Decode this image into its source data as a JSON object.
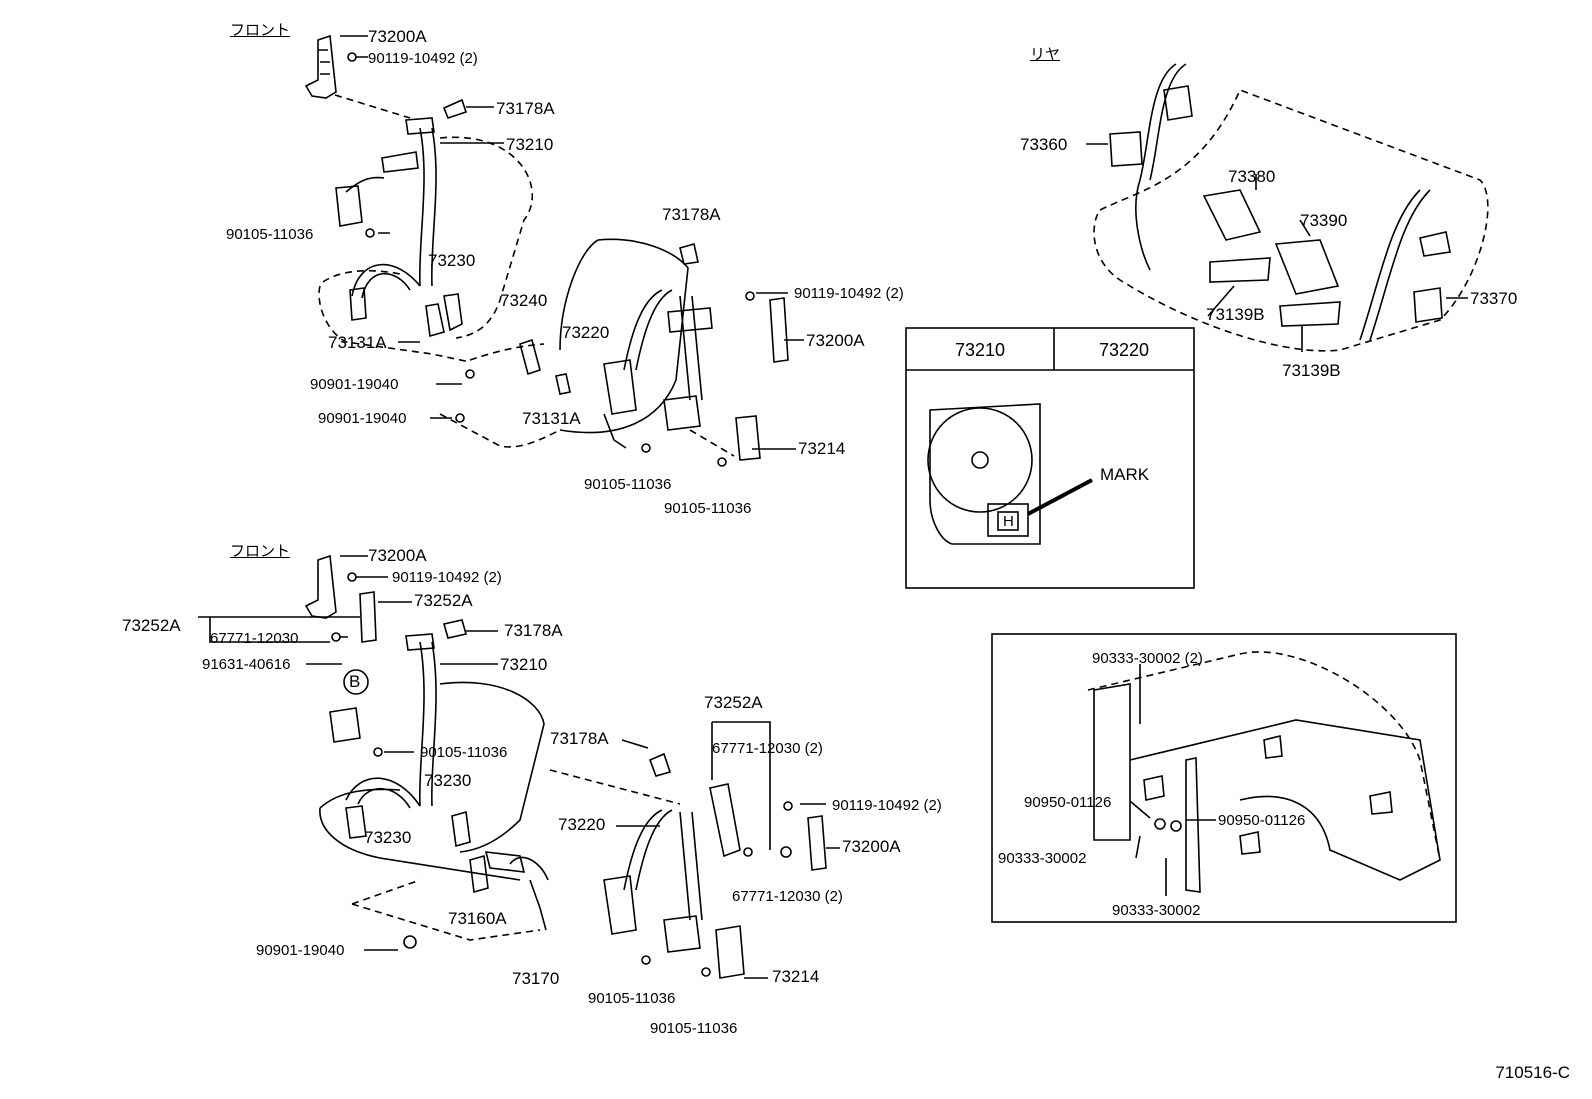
{
  "sections": {
    "front_top": "フロント",
    "front_bottom": "フロント",
    "rear": "リヤ"
  },
  "front_top_labels": {
    "p73200A_a": "73200A",
    "p90119_a": "90119-10492 (2)",
    "p73178A_a": "73178A",
    "p73210": "73210",
    "p90105_a": "90105-11036",
    "p73230": "73230",
    "p73131A_a": "73131A",
    "p90901_a": "90901-19040",
    "p90901_b": "90901-19040",
    "p73240": "73240",
    "p73220": "73220",
    "p73178A_b": "73178A",
    "p73131A_b": "73131A",
    "p90119_b": "90119-10492 (2)",
    "p73200A_b": "73200A",
    "p73214": "73214",
    "p90105_b": "90105-11036",
    "p90105_c": "90105-11036"
  },
  "front_bottom_labels": {
    "p73200A_a": "73200A",
    "p90119_a": "90119-10492 (2)",
    "p73252A_a": "73252A",
    "p73252A_left": "73252A",
    "p67771_a": "67771-12030",
    "p73178A_a": "73178A",
    "p91631": "91631-40616",
    "p73210": "73210",
    "circle_b": "B",
    "p90105_a": "90105-11036",
    "p73178A_b": "73178A",
    "p73230_a": "73230",
    "p73230_b": "73230",
    "p73252A_b": "73252A",
    "p67771_b": "67771-12030 (2)",
    "p90119_b": "90119-10492 (2)",
    "p73220": "73220",
    "p73200A_b": "73200A",
    "p67771_c": "67771-12030 (2)",
    "p73160A": "73160A",
    "p90901": "90901-19040",
    "p73170": "73170",
    "p90105_b": "90105-11036",
    "p73214": "73214",
    "p90105_c": "90105-11036"
  },
  "rear_labels": {
    "p73360": "73360",
    "p73380": "73380",
    "p73390": "73390",
    "p73370": "73370",
    "p73139B_a": "73139B",
    "p73139B_b": "73139B"
  },
  "mark_box": {
    "col1": "73210",
    "col2": "73220",
    "mark": "MARK",
    "h": "H"
  },
  "detail_box": {
    "p90333_a": "90333-30002 (2)",
    "p90950_a": "90950-01126",
    "p90950_b": "90950-01126",
    "p90333_b": "90333-30002",
    "p90333_c": "90333-30002"
  },
  "drawing_code": "710516-C"
}
